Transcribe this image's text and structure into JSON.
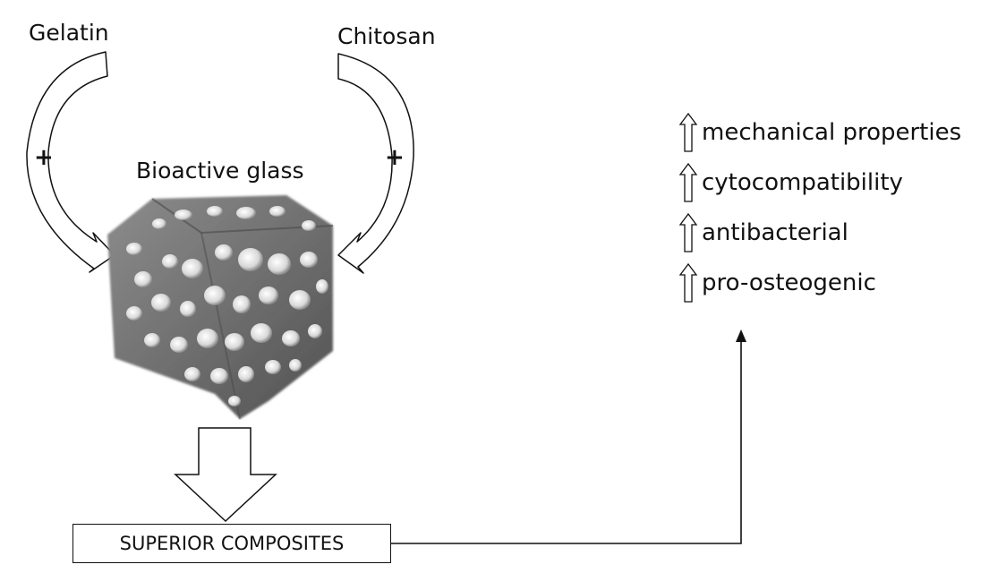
{
  "labels": {
    "gelatin": "Gelatin",
    "chitosan": "Chitosan",
    "bioactive_glass": "Bioactive glass",
    "plus_left": "+",
    "plus_right": "+",
    "composites": "SUPERIOR COMPOSITES"
  },
  "properties": [
    {
      "icon": "hollow-up-arrow-icon",
      "text": "mechanical properties"
    },
    {
      "icon": "hollow-up-arrow-icon",
      "text": "cytocompatibility"
    },
    {
      "icon": "hollow-up-arrow-icon",
      "text": "antibacterial"
    },
    {
      "icon": "hollow-up-arrow-icon",
      "text": "pro-osteogenic"
    }
  ],
  "colors": {
    "line": "#111111",
    "scaffold": "#6e6e6e",
    "pores": "#e6e6e6"
  }
}
